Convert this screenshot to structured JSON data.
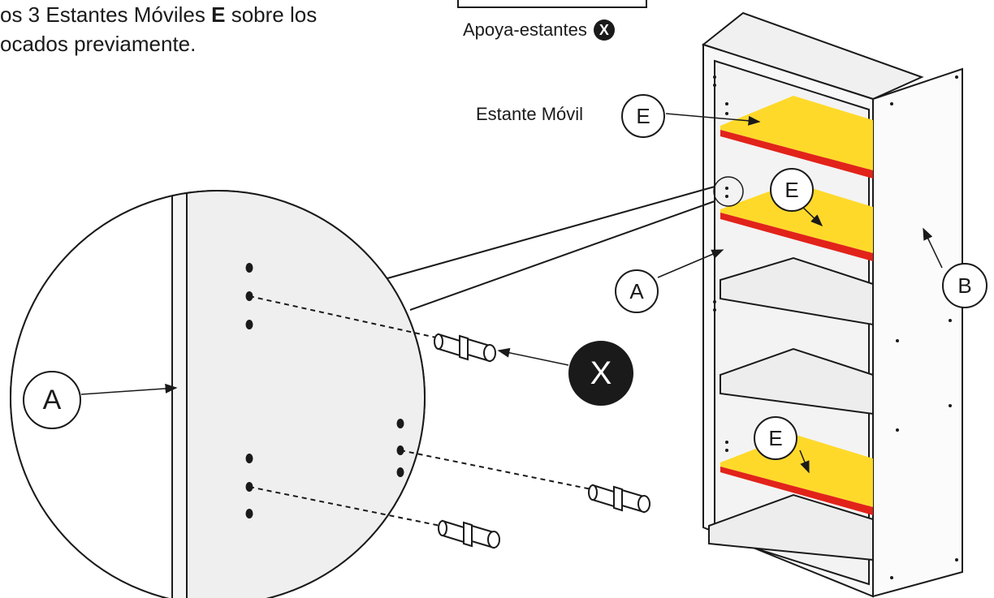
{
  "instruction": {
    "line1_prefix": "os 3 Estantes Móviles ",
    "line1_bold": "E",
    "line1_suffix": " sobre los",
    "line2": "ocados previamente."
  },
  "legend": {
    "label": "Apoya-estantes",
    "symbol": "X"
  },
  "labels": {
    "shelf_callout": "Estante Móvil",
    "shelf_letter": "E",
    "side_panel": "A",
    "back_panel": "B",
    "peg": "X"
  },
  "colors": {
    "shelf_fill": "#ffd92a",
    "shelf_edge": "#e2231a",
    "line": "#1a1a1a",
    "panel": "#f4f4f4",
    "zoom_bg": "#efefef"
  }
}
